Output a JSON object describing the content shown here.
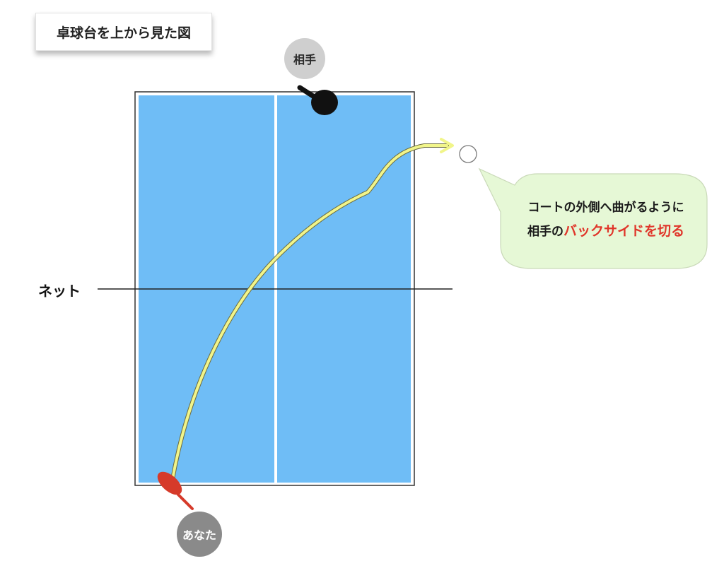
{
  "title": "卓球台を上から見た図",
  "opponent_label": "相手",
  "you_label": "あなた",
  "net_label": "ネット",
  "callout": {
    "line1": "コートの外側へ曲がるように",
    "line2_prefix": "相手の",
    "line2_highlight": "バックサイドを切る"
  },
  "colors": {
    "table": "#6fbdf6",
    "table_lines": "#ffffff",
    "ball_path": "#f1f58a",
    "callout_bg": "#e6f8d6",
    "highlight": "#e0362a",
    "your_paddle": "#d63a2a",
    "opponent_paddle": "#111111"
  },
  "icons": [
    "opponent-paddle-icon",
    "your-paddle-icon",
    "ball-icon",
    "arrow-head-icon"
  ]
}
